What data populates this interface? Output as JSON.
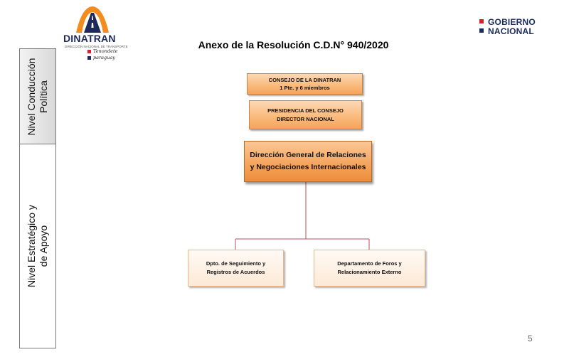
{
  "logo": {
    "name": "DINATRAN",
    "subtitle": "DIRECCIÓN NACIONAL DE TRANSPORTE",
    "slogan_line1": "Tenondete",
    "slogan_line2": "paraguay"
  },
  "government": {
    "line1": "GOBIERNO",
    "line2": "NACIONAL"
  },
  "title": "Anexo de la Resolución C.D.N° 940/2020",
  "levels": [
    {
      "line1": "Nivel Conducción",
      "line2": "Política"
    },
    {
      "line1": "Nivel Estratégico y",
      "line2": "de Apoyo"
    }
  ],
  "org": {
    "consejo": {
      "line1": "CONSEJO DE LA DINATRAN",
      "line2": "1 Pte. y 6 miembros"
    },
    "presidencia": {
      "line1": "PRESIDENCIA DEL CONSEJO",
      "line2": "DIRECTOR NACIONAL"
    },
    "direccion": {
      "line1": "Dirección General de Relaciones",
      "line2": "y Negociaciones Internacionales"
    },
    "dpto_seguimiento": {
      "line1": "Dpto. de Seguimiento y",
      "line2": "Registros de Acuerdos"
    },
    "dpto_foros": {
      "line1": "Departamento de Foros y",
      "line2": "Relacionamiento Externo"
    }
  },
  "page_number": "5",
  "colors": {
    "connector": "#b5525a",
    "navy": "#1a2b5e",
    "accent_red": "#d6202a",
    "logo_orange": "#f28c1e"
  }
}
